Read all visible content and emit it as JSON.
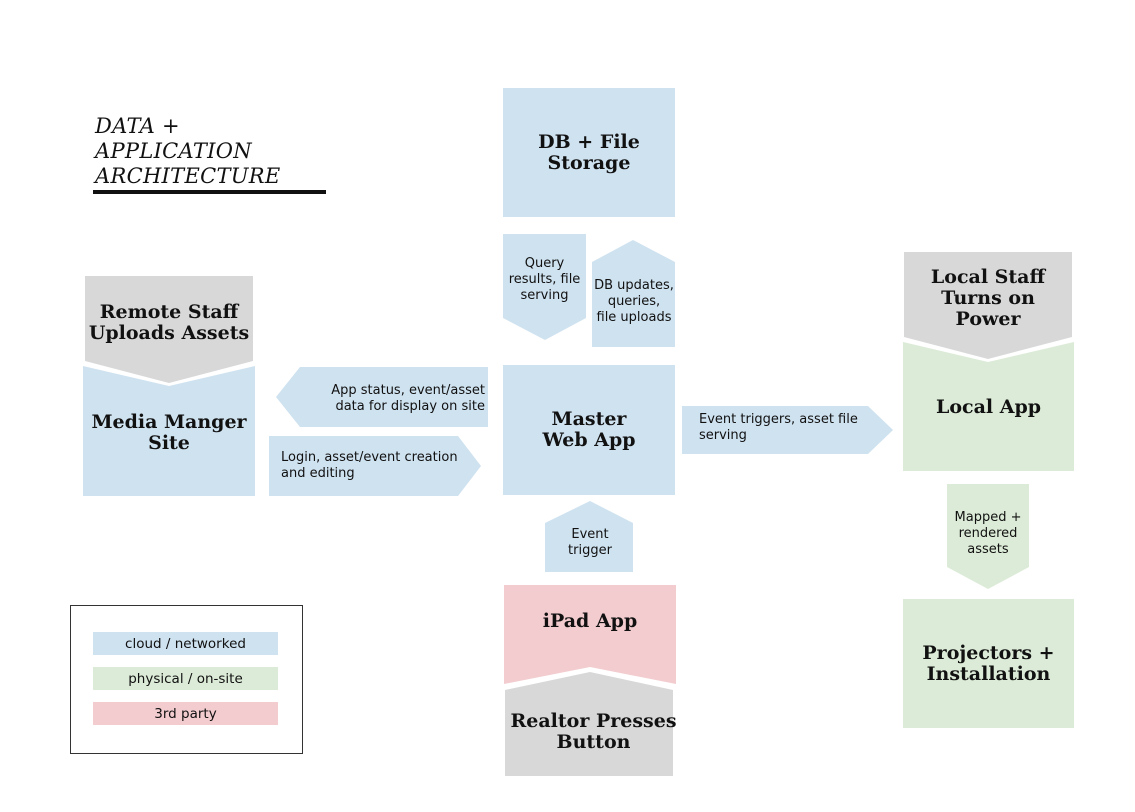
{
  "title": [
    "DATA +",
    "APPLICATION",
    "ARCHITECTURE"
  ],
  "colors": {
    "cloud": "#cfe2f0",
    "physical": "#dcebd7",
    "third_party": "#f2cccf",
    "trigger": "#d8d8d8"
  },
  "nodes": {
    "db_storage": "DB + File\nStorage",
    "remote_staff": "Remote Staff\nUploads Assets",
    "media_manager": "Media Manger\nSite",
    "master_web_app": "Master\nWeb App",
    "local_staff": "Local Staff\nTurns on\nPower",
    "local_app": "Local App",
    "ipad_app": "iPad App",
    "realtor": "Realtor Presses\nButton",
    "projectors": "Projectors +\nInstallation"
  },
  "arrows": {
    "query_results": "Query\nresults, file\nserving",
    "db_updates": "DB updates,\nqueries,\nfile uploads",
    "app_status": "App status, event/asset\ndata for display on site",
    "login": "Login, asset/event creation\nand editing",
    "event_triggers": "Event triggers, asset file\nserving",
    "event_trigger": "Event\ntrigger",
    "mapped_assets": "Mapped +\nrendered\nassets"
  },
  "legend": {
    "cloud": "cloud / networked",
    "physical": "physical / on-site",
    "third_party": "3rd party"
  }
}
